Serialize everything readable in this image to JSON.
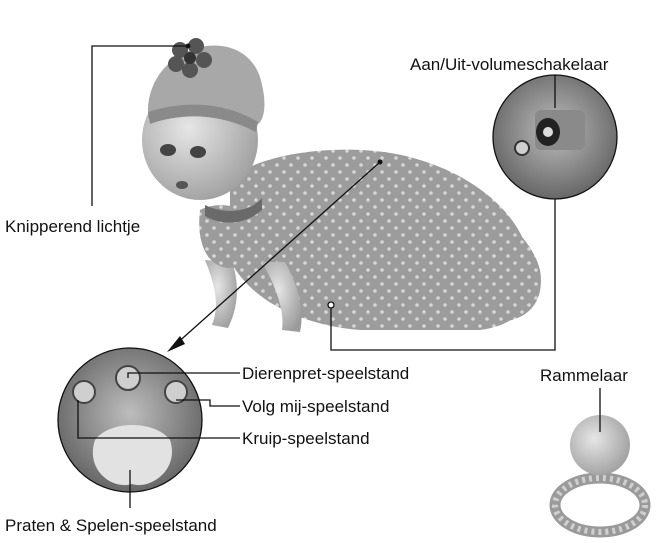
{
  "labels": {
    "blink_light": "Knipperend lichtje",
    "power_volume": "Aan/Uit-volumeschakelaar",
    "animal_fun": "Dierenpret-speelstand",
    "follow_me": "Volg mij-speelstand",
    "crawl": "Kruip-speelstand",
    "talk_play": "Praten & Spelen-speelstand",
    "rattle": "Rammelaar"
  },
  "colors": {
    "ink": "#111111",
    "body_gray": "#9a9a9a",
    "skin_gray": "#c8c8c8",
    "dark_gray": "#555555",
    "background": "#ffffff"
  }
}
